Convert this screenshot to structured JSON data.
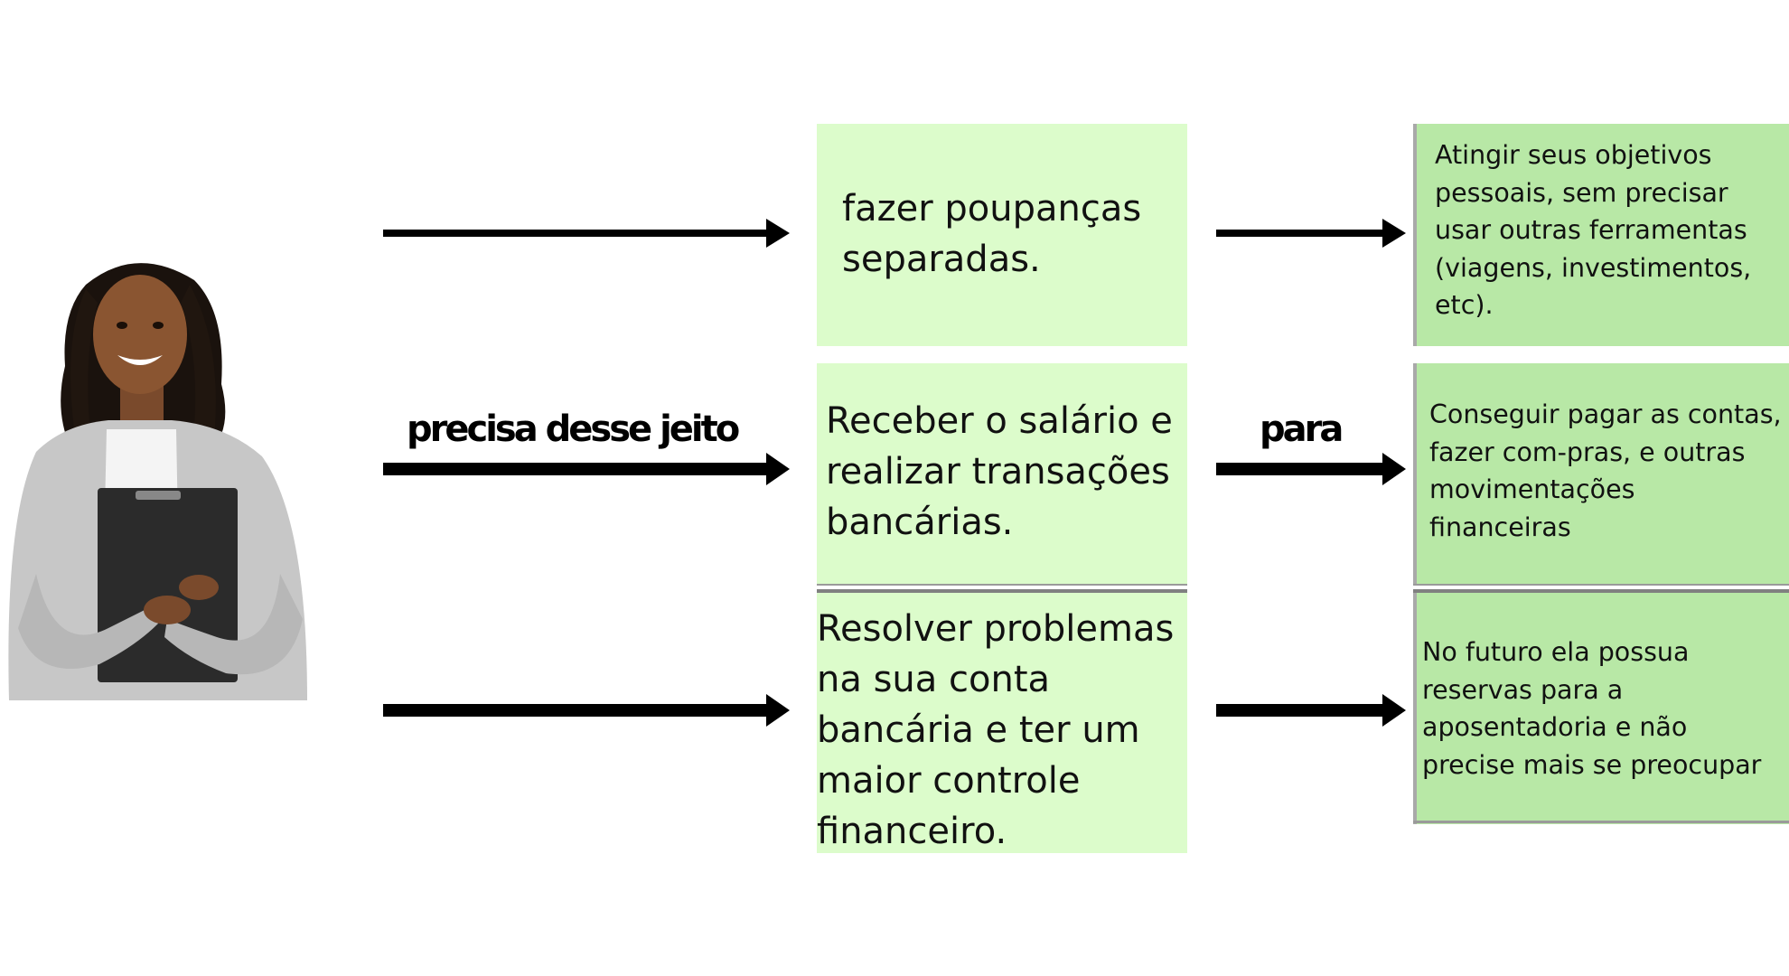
{
  "person": {
    "icon": "woman-with-clipboard-photo"
  },
  "connectors": {
    "left_label": "precisa desse jeito",
    "right_label": "para"
  },
  "needs": [
    {
      "text": "fazer poupanças separadas."
    },
    {
      "text": "Receber o salário e realizar transações bancárias."
    },
    {
      "text": "Resolver problemas na sua conta bancária e ter um maior controle financeiro."
    }
  ],
  "goals": [
    {
      "text": "Atingir seus objetivos pessoais, sem precisar usar outras ferramentas (viagens, investimentos, etc)."
    },
    {
      "text": "Conseguir pagar as contas, fazer com-pras, e outras movimentações financeiras"
    },
    {
      "text": "No futuro ela possua reservas para a aposentadoria  e não precise mais se preocupar"
    }
  ],
  "colors": {
    "need_box": "#dcfccb",
    "goal_box": "#b8e8a6",
    "arrow": "#000000",
    "separator": "#808080"
  }
}
